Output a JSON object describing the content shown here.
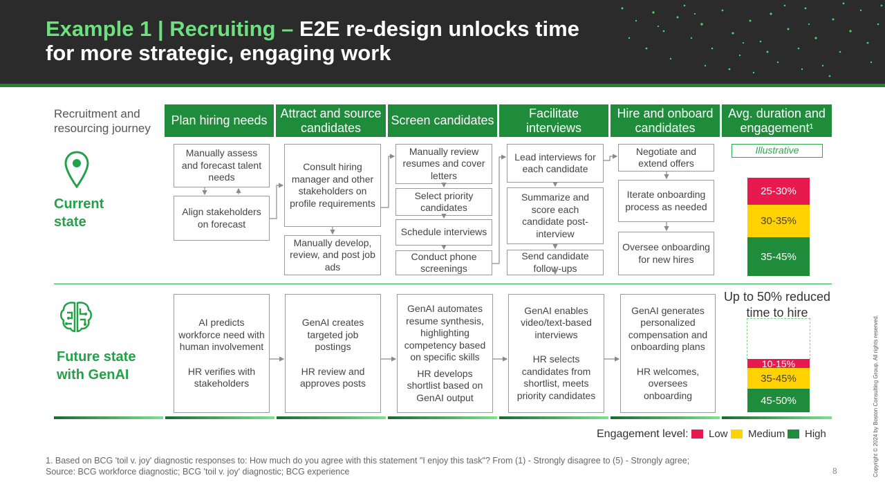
{
  "title": {
    "highlight": "Example 1 | Recruiting –",
    "rest_line1": " E2E re-design unlocks time",
    "line2": "for more strategic, engaging work"
  },
  "journey_label": "Recruitment and resourcing journey",
  "columns": [
    "Plan hiring needs",
    "Attract and source candidates",
    "Screen candidates",
    "Facilitate interviews",
    "Hire and onboard candidates",
    "Avg. duration and engagement¹"
  ],
  "rows": {
    "current": "Current state",
    "future": "Future state with GenAI"
  },
  "current": {
    "plan": [
      "Manually assess and forecast talent needs",
      "Align stakeholders on forecast"
    ],
    "attract": [
      "Consult hiring manager and other stakeholders on profile requirements",
      "Manually develop, review, and post job ads"
    ],
    "screen": [
      "Manually review resumes and cover letters",
      "Select priority candidates",
      "Schedule interviews",
      "Conduct phone screenings"
    ],
    "interview": [
      "Lead interviews for each candidate",
      "Summarize and score each candidate post-interview",
      "Send candidate follow-ups"
    ],
    "hire": [
      "Negotiate and extend offers",
      "Iterate onboarding process as needed",
      "Oversee onboarding for new hires"
    ]
  },
  "future": {
    "plan": [
      "AI predicts workforce need with human involvement",
      "HR verifies with stakeholders"
    ],
    "attract": [
      "GenAI creates targeted job postings",
      "HR review and approves posts"
    ],
    "screen": [
      "GenAI automates resume synthesis, highlighting competency based on specific skills",
      "HR develops shortlist based on GenAI output"
    ],
    "interview": [
      "GenAI enables video/text-based interviews",
      "HR selects candidates from shortlist, meets priority candidates"
    ],
    "hire": [
      "GenAI generates personalized compensation and onboarding plans",
      "HR welcomes, oversees onboarding"
    ]
  },
  "illustrative": "Illustrative",
  "current_bars": [
    "25-30%",
    "30-35%",
    "35-45%"
  ],
  "reduced_text": "Up to 50% reduced time to hire",
  "future_bars": [
    "10-15%",
    "35-45%",
    "45-50%"
  ],
  "legend": {
    "label": "Engagement level:",
    "low": "Low",
    "medium": "Medium",
    "high": "High"
  },
  "colors": {
    "low": "#e8194f",
    "medium": "#ffd200",
    "high": "#1e8c3a"
  },
  "footnote": "1. Based on BCG 'toil v. joy' diagnostic responses to: How much do you agree with this statement \"I enjoy this task\"? From (1) - Strongly disagree to (5) - Strongly agree; Source: BCG workforce diagnostic; BCG 'toil v. joy' diagnostic; BCG experience",
  "page_number": "8",
  "copyright": "Copyright © 2024 by Boston Consulting Group. All rights reserved."
}
